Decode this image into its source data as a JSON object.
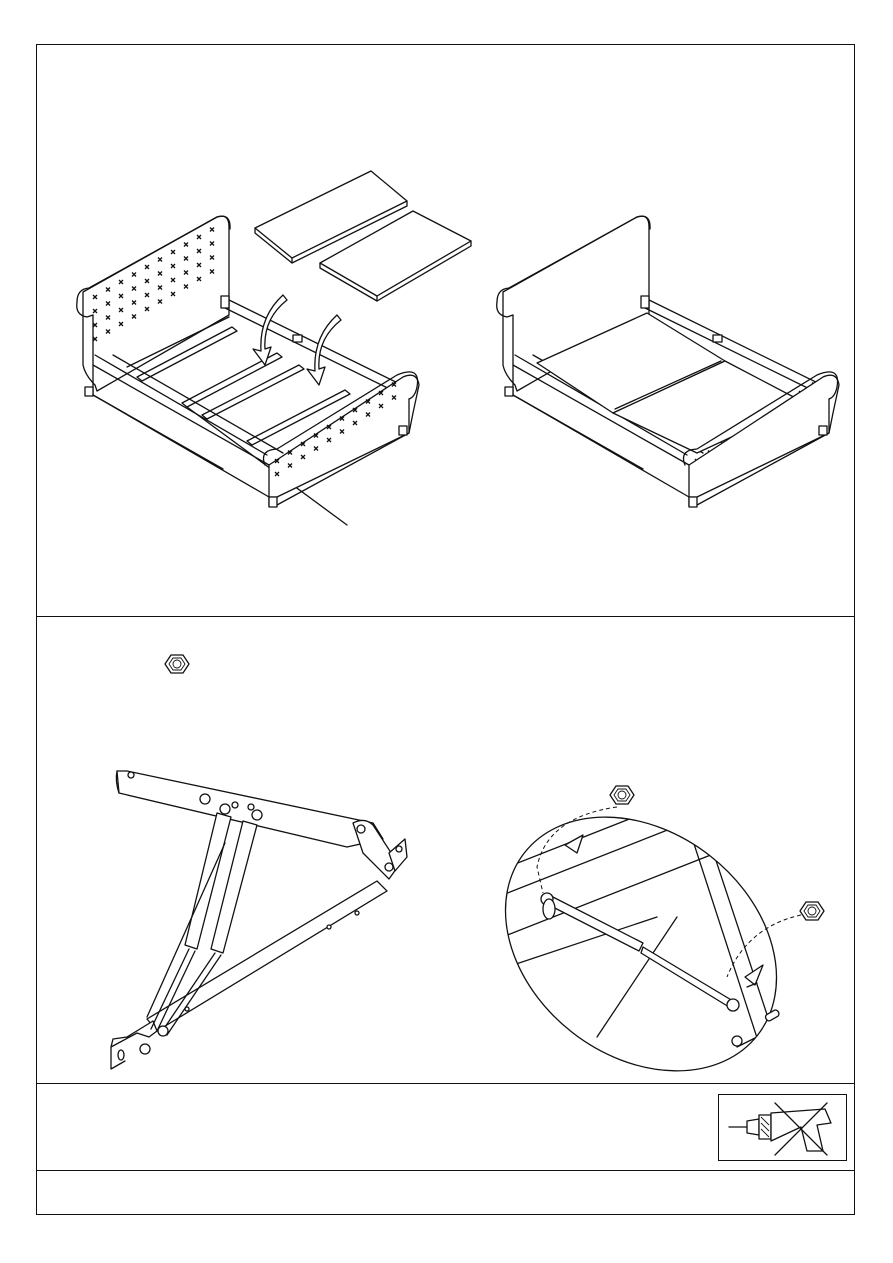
{
  "page": {
    "panels": [
      {
        "id": "step-slats",
        "illustrations": [
          "bed-before-boards",
          "bed-after-boards"
        ]
      },
      {
        "id": "step-gas-struts",
        "illustrations": [
          "hex-nut-icon",
          "lift-mechanism",
          "strut-detail-oval"
        ]
      },
      {
        "id": "step-warning",
        "illustrations": [
          "no-power-tool-icon"
        ]
      },
      {
        "id": "step-blank"
      }
    ]
  },
  "icons": {
    "hex_nut": "hex-nut-icon",
    "power_drill_crossed": "no-power-drill-icon",
    "arrow": "curved-arrow-icon"
  }
}
